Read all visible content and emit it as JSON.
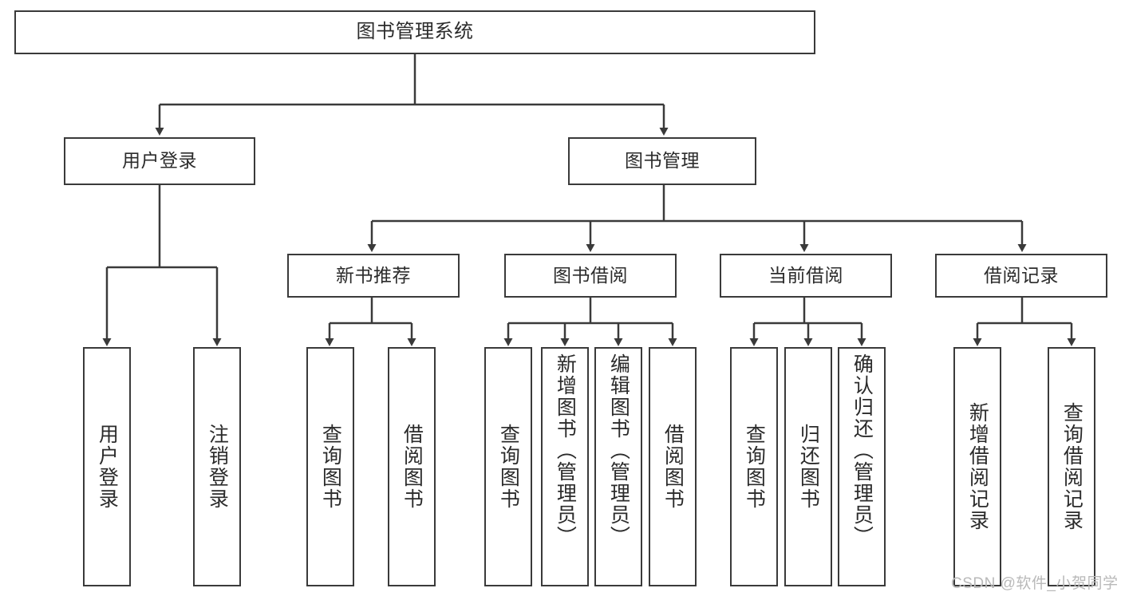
{
  "diagram": {
    "title": "图书管理系统",
    "type": "hierarchy-tree",
    "watermark": "CSDN @软件_小贺同学",
    "colors": {
      "stroke": "#3a3a3a",
      "fill": "#ffffff",
      "text": "#2b2b2b",
      "watermark": "#b9b9b9"
    },
    "root": {
      "label": "图书管理系统"
    },
    "level1": [
      {
        "label": "用户登录"
      },
      {
        "label": "图书管理"
      }
    ],
    "level2": [
      {
        "label": "新书推荐"
      },
      {
        "label": "图书借阅"
      },
      {
        "label": "当前借阅"
      },
      {
        "label": "借阅记录"
      }
    ],
    "leaves": {
      "user_login": [
        {
          "label": "用户登录"
        },
        {
          "label": "注销登录"
        }
      ],
      "new_book": [
        {
          "label": "查询图书"
        },
        {
          "label": "借阅图书"
        }
      ],
      "book_borrow": [
        {
          "label": "查询图书"
        },
        {
          "label": "新增图书（管理员）"
        },
        {
          "label": "编辑图书（管理员）"
        },
        {
          "label": "借阅图书"
        }
      ],
      "current_borrow": [
        {
          "label": "查询图书"
        },
        {
          "label": "归还图书"
        },
        {
          "label": "确认归还（管理员）"
        }
      ],
      "borrow_record": [
        {
          "label": "新增借阅记录"
        },
        {
          "label": "查询借阅记录"
        }
      ]
    }
  }
}
